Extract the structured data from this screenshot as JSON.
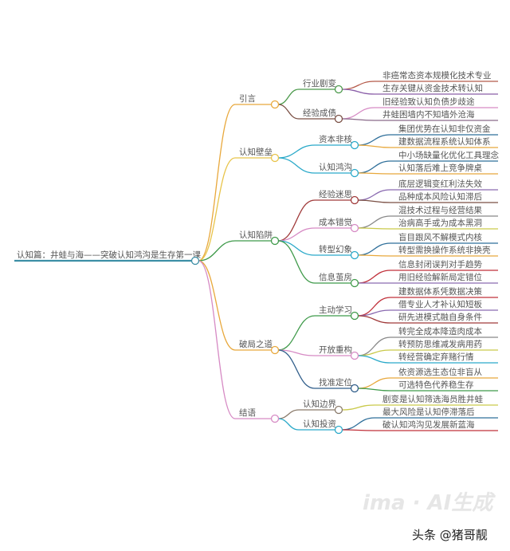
{
  "root": {
    "label": "认知篇：井蛙与海——突破认知鸿沟是生存第一课",
    "color": "#3d8fa6"
  },
  "branches": [
    {
      "label": "引言",
      "color": "#e8a83c",
      "children": [
        {
          "label": "行业剧变",
          "color": "#4c9a4c",
          "children": [
            {
              "label": "非癌常态资本规模化技术专业",
              "color": "#b55a4a"
            },
            {
              "label": "生存关键从资金技术转认知",
              "color": "#8a5ea8"
            }
          ]
        },
        {
          "label": "经验成债",
          "color": "#7a4f44",
          "children": [
            {
              "label": "旧经验致认知负债步歧途",
              "color": "#d68ac4"
            },
            {
              "label": "井蛙困墙内不知墙外沧海",
              "color": "#8a6a8a"
            }
          ]
        }
      ]
    },
    {
      "label": "认知壁垒",
      "color": "#e8c44a",
      "children": [
        {
          "label": "资本非核",
          "color": "#2aa9c9",
          "children": [
            {
              "label": "集团优势在认知非仅资金",
              "color": "#2f6f9a"
            },
            {
              "label": "建数据流程系统认知体系",
              "color": "#e8a83c"
            }
          ]
        },
        {
          "label": "认知鸿沟",
          "color": "#2aa9c9",
          "children": [
            {
              "label": "中小场缺量化优化工具理念",
              "color": "#2f6f9a"
            },
            {
              "label": "认知落后难上竞争牌桌",
              "color": "#e8a83c"
            }
          ]
        }
      ]
    },
    {
      "label": "认知陷阱",
      "color": "#3f9a4a",
      "children": [
        {
          "label": "经验迷思",
          "color": "#a03a3a",
          "children": [
            {
              "label": "底层逻辑变红利法失效",
              "color": "#8a6ab0"
            },
            {
              "label": "品种成本风险认知滞后",
              "color": "#7a4f44"
            }
          ]
        },
        {
          "label": "成本错觉",
          "color": "#d68ac4",
          "children": [
            {
              "label": "混技术过程与经营结果",
              "color": "#888888"
            },
            {
              "label": "治病高手或为成本黑洞",
              "color": "#c9c94a"
            }
          ]
        },
        {
          "label": "转型幻象",
          "color": "#2aa9c9",
          "children": [
            {
              "label": "盲目跟风不解模式内核",
              "color": "#2f6f9a"
            },
            {
              "label": "转型需换操作系统非换壳",
              "color": "#e8a83c"
            }
          ]
        },
        {
          "label": "信息茧房",
          "color": "#3f9a4a",
          "children": [
            {
              "label": "信息封闭误判对手趋势",
              "color": "#c0303a"
            },
            {
              "label": "用旧经验解新局定错位",
              "color": "#8a6ab0"
            }
          ]
        }
      ]
    },
    {
      "label": "破局之道",
      "color": "#e8a83c",
      "children": [
        {
          "label": "主动学习",
          "color": "#3f9a4a",
          "children": [
            {
              "label": "建数据体系凭数据决策",
              "color": "#c0303a"
            },
            {
              "label": "借专业人才补认知短板",
              "color": "#8a6ab0"
            },
            {
              "label": "研先进模式融自身条件",
              "color": "#a03a3a"
            }
          ]
        },
        {
          "label": "开放重构",
          "color": "#d68ac4",
          "children": [
            {
              "label": "转完全成本降造肉成本",
              "color": "#888888"
            },
            {
              "label": "转预防思维减发病用药",
              "color": "#c9c94a"
            },
            {
              "label": "转经营确定弃赌行情",
              "color": "#2aa9c9"
            }
          ]
        },
        {
          "label": "找准定位",
          "color": "#2f5d8a",
          "children": [
            {
              "label": "依资源选生态位非盲从",
              "color": "#e8a83c"
            },
            {
              "label": "可选特色代养稳生存",
              "color": "#3f9a4a"
            }
          ]
        }
      ]
    },
    {
      "label": "结语",
      "color": "#d68ac4",
      "children": [
        {
          "label": "认知边界",
          "color": "#8a7a6a",
          "children": [
            {
              "label": "剧变是认知筛选海员胜井蛙",
              "color": "#c9c94a"
            }
          ]
        },
        {
          "label": "认知投资",
          "color": "#2aa9c9",
          "children": [
            {
              "label": "最大风险是认知停滞落后",
              "color": "#2f6f9a"
            },
            {
              "label": "破认知鸿沟见发展新蓝海",
              "color": "#c0303a"
            }
          ]
        }
      ]
    }
  ],
  "watermark": {
    "ai_label": "ima · AI生成",
    "source": "头条 @猪哥靓"
  }
}
